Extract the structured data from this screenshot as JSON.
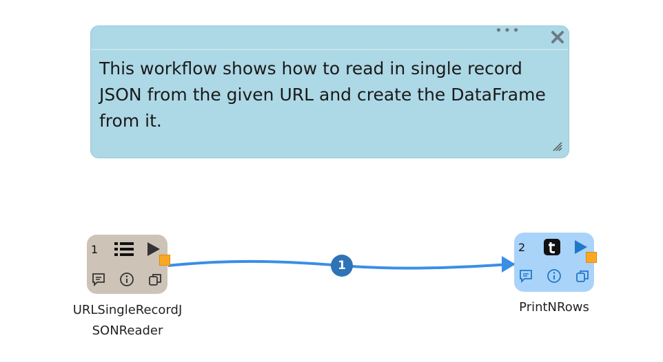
{
  "note": {
    "text": "This workflow shows how to read in single record JSON from the given URL and create the DataFrame from it.",
    "menu_dots": "•••"
  },
  "nodes": [
    {
      "number": "1",
      "label_line1": "URLSingleRecordJ",
      "label_line2": "SONReader",
      "color": "#cdc3b6",
      "type_icon": "list-icon"
    },
    {
      "number": "2",
      "label": "PrintNRows",
      "color": "#a9d3f9",
      "type_icon": "t-icon"
    }
  ],
  "edge": {
    "badge": "1",
    "color": "#3a8ee6"
  }
}
